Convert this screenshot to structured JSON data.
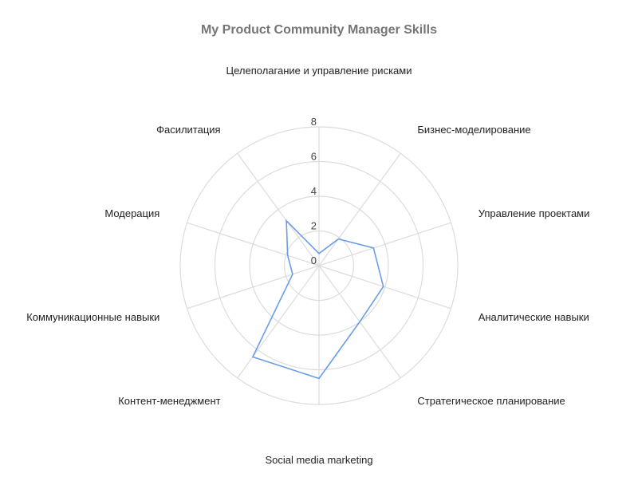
{
  "chart_data": {
    "type": "radar",
    "title": "My Product Community Manager Skills",
    "axes": [
      "Целеполагание и управление рисками",
      "Бизнес-моделирование",
      "Управление проектами",
      "Аналитические навыки",
      "Стратегическое планирование",
      "Social media marketing",
      "Контент-менеджмент",
      "Коммуникационные навыки",
      "Модерация",
      "Фасилитация"
    ],
    "ticks": [
      "0",
      "2",
      "4",
      "6",
      "8"
    ],
    "rlim": [
      0,
      8
    ],
    "grid": true,
    "series": [
      {
        "color": "#6a9ee6",
        "values": [
          0.7,
          1.9,
          3.3,
          3.9,
          4.0,
          6.5,
          6.5,
          1.6,
          1.9,
          3.2
        ]
      }
    ]
  }
}
